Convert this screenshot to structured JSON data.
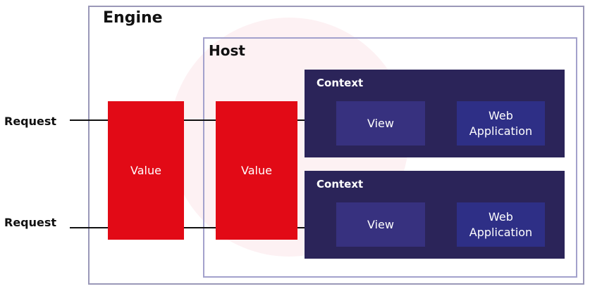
{
  "engine": {
    "title": "Engine"
  },
  "host": {
    "title": "Host"
  },
  "requests": [
    {
      "label": "Request"
    },
    {
      "label": "Request"
    }
  ],
  "values": [
    {
      "label": "Value"
    },
    {
      "label": "Value"
    }
  ],
  "contexts": [
    {
      "title": "Context",
      "view": "View",
      "webapp": "Web Application"
    },
    {
      "title": "Context",
      "view": "View",
      "webapp": "Web Application"
    }
  ],
  "colors": {
    "value": "#e20a16",
    "context": "#2b2459",
    "view": "#37317f",
    "webapp": "#2e2f86",
    "border": "#9a98b8"
  }
}
